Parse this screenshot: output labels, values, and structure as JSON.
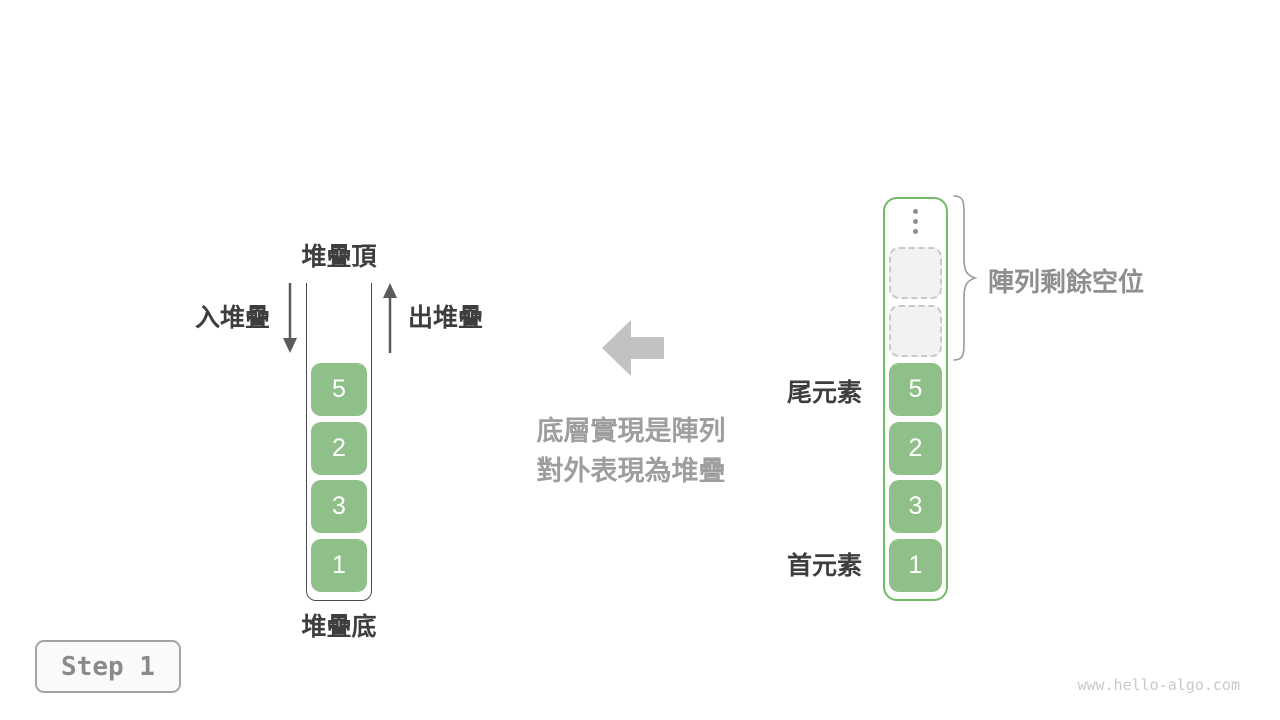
{
  "page": {
    "step_label": "Step 1",
    "watermark": "www.hello-algo.com",
    "background": "#ffffff"
  },
  "colors": {
    "element_green": "#8fc08a",
    "array_border_green": "#72bb66",
    "empty_slot_fill": "#f2f2f2",
    "empty_slot_border": "#c9c9c9",
    "dark_label": "#3e3e3e",
    "gray_caption": "#9e9e9e",
    "big_arrow_gray": "#c2c2c2",
    "thin_arrow_gray": "#5a5a5a",
    "brace_gray": "#9a9a9a"
  },
  "stack": {
    "top_label": "堆疊頂",
    "bottom_label": "堆疊底",
    "push_label": "入堆疊",
    "pop_label": "出堆疊",
    "values": [
      "5",
      "2",
      "3",
      "1"
    ]
  },
  "middle": {
    "caption_line1": "底層實現是陣列",
    "caption_line2": "對外表現為堆疊"
  },
  "array": {
    "values": [
      "5",
      "2",
      "3",
      "1"
    ],
    "tail_label": "尾元素",
    "head_label": "首元素",
    "free_space_label": "陣列剩餘空位",
    "empty_slot_count": 2
  }
}
